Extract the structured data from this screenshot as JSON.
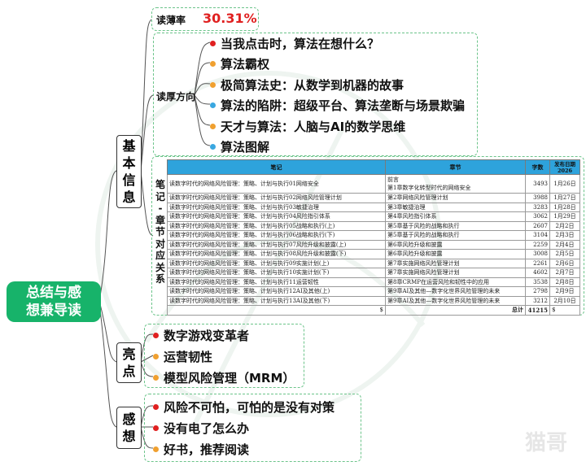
{
  "root": {
    "line1": "总结与感",
    "line2": "想兼导读"
  },
  "basic": {
    "label_chars": [
      "基",
      "本",
      "信",
      "息"
    ],
    "read_thin": {
      "label": "读薄率",
      "value": "30.31%"
    },
    "read_thick": {
      "label": "读厚方向",
      "items": [
        {
          "text": "当我点击时，算法在想什么？",
          "color": "#e02020"
        },
        {
          "text": "算法霸权",
          "color": "#f0a030"
        },
        {
          "text": "极简算法史：从数学到机器的故事",
          "color": "#f0a030"
        },
        {
          "text": "算法的陷阱：超级平台、算法垄断与场景欺骗",
          "color": "#3aa7e0"
        },
        {
          "text": "天才与算法：人脑与AI的数学思维",
          "color": "#f0a030"
        },
        {
          "text": "算法图解",
          "color": "#3aa7e0"
        }
      ]
    },
    "notes_mapping_label": [
      "笔",
      "记",
      "-",
      "章",
      "节",
      "对",
      "应",
      "关",
      "系"
    ],
    "table": {
      "headers": [
        "笔记",
        "章节",
        "字数",
        "发布日期2026"
      ],
      "rows": [
        {
          "note": "读数字时代的网络风险管理：策略、计划与执行01网络安全",
          "chapter_l1": "前言",
          "chapter": "第1章数字化转型时代的网络安全",
          "words": "3493",
          "date": "1月26日"
        },
        {
          "note": "读数字时代的网络风险管理：策略、计划与执行02网络风险管理计划",
          "chapter": "第2章网络风险管理计划",
          "words": "3988",
          "date": "1月27日"
        },
        {
          "note": "读数字时代的网络风险管理：策略、计划与执行03敏捷治理",
          "chapter": "第3章敏捷治理",
          "words": "3283",
          "date": "1月28日"
        },
        {
          "note": "读数字时代的网络风险管理：策略、计划与执行04风险指引体系",
          "chapter": "第4章风险指引体系",
          "words": "3062",
          "date": "1月29日"
        },
        {
          "note": "读数字时代的网络风险管理：策略、计划与执行05战略和执行(上)",
          "chapter": "第5章基于风险的战略和执行",
          "words": "2607",
          "date": "2月2日"
        },
        {
          "note": "读数字时代的网络风险管理：策略、计划与执行06战略和执行(下)",
          "chapter": "第5章基于风险的战略和执行",
          "words": "3104",
          "date": "2月3日"
        },
        {
          "note": "读数字时代的网络风险管理：策略、计划与执行07风险升级和披露(上)",
          "chapter": "第6章风险升级和披露",
          "words": "2259",
          "date": "2月4日"
        },
        {
          "note": "读数字时代的网络风险管理：策略、计划与执行08风险升级和披露(下)",
          "chapter": "第6章风险升级和披露",
          "words": "3008",
          "date": "2月5日"
        },
        {
          "note": "读数字时代的网络风险管理：策略、计划与执行09实施计划(上)",
          "chapter": "第7章实施网络风险管理计划",
          "words": "2261",
          "date": "2月6日"
        },
        {
          "note": "读数字时代的网络风险管理：策略、计划与执行10实施计划(下)",
          "chapter": "第7章实施网络风险管理计划",
          "words": "4602",
          "date": "2月7日"
        },
        {
          "note": "读数字时代的网络风险管理：策略、计划与执行11运营韧性",
          "chapter": "第8章CRMP在运营风险和韧性中的应用",
          "words": "3538",
          "date": "2月8日"
        },
        {
          "note": "读数字时代的网络风险管理：策略、计划与执行12AI及其他(上)",
          "chapter": "第9章AI及其他—数字化世界风险管理的未来",
          "words": "2798",
          "date": "2月9日"
        },
        {
          "note": "读数字时代的网络风险管理：策略、计划与执行13AI及其他(下)",
          "chapter": "第9章AI及其他—数字化世界风险管理的未来",
          "words": "3212",
          "date": "2月10日"
        }
      ],
      "total": {
        "currency_left": "$",
        "label": "总计",
        "value": "41215",
        "currency_right": "$"
      }
    }
  },
  "highlights": {
    "label_chars": [
      "亮",
      "点"
    ],
    "items": [
      {
        "text": "数字游戏变革者",
        "color": "#e02020"
      },
      {
        "text": "运营韧性",
        "color": "#f0a030"
      },
      {
        "text": "模型风险管理（MRM）",
        "color": "#f0a030"
      }
    ]
  },
  "thoughts": {
    "label_chars": [
      "感",
      "想"
    ],
    "items": [
      {
        "text": "风险不可怕，可怕的是没有对策",
        "color": "#e02020"
      },
      {
        "text": "没有电了怎么办",
        "color": "#e02020"
      },
      {
        "text": "好书，推荐阅读",
        "color": "#f0a030"
      }
    ]
  }
}
